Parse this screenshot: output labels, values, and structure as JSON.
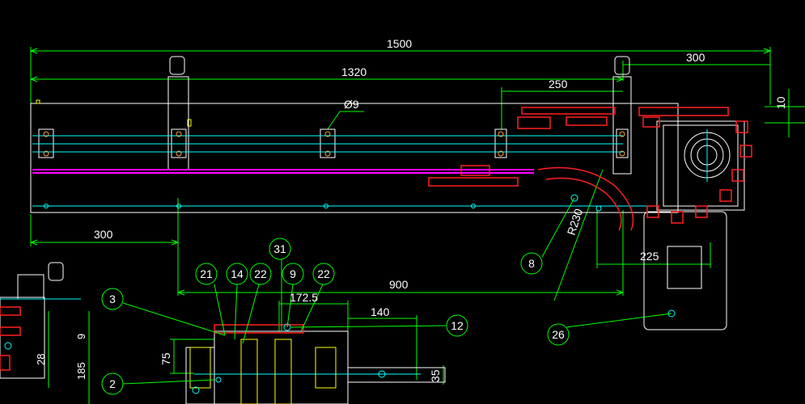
{
  "drawing": {
    "colors": {
      "background": "#000000",
      "outline": "#ffffff",
      "dimension": "#00ff00",
      "centerline": "#00ffff",
      "chain": "#ff2020",
      "magenta": "#ff00ff",
      "yellow": "#ffff00"
    },
    "dimensions": {
      "overall_length": "1500",
      "rail_length": "1320",
      "right_offset": "300",
      "pitch_250": "250",
      "hole_dia": "Ø9",
      "left_offset": "300",
      "span_900": "900",
      "motor_offset": "225",
      "radius": "R230",
      "height_10": "10",
      "shaft_1725": "172.5",
      "shaft_140": "140",
      "height_75": "75",
      "dia_35": "35",
      "left_9": "9",
      "left_28": "28",
      "left_185": "185"
    },
    "balloons": [
      "8",
      "26",
      "3",
      "21",
      "14",
      "22",
      "31",
      "9",
      "22",
      "12",
      "2"
    ]
  }
}
